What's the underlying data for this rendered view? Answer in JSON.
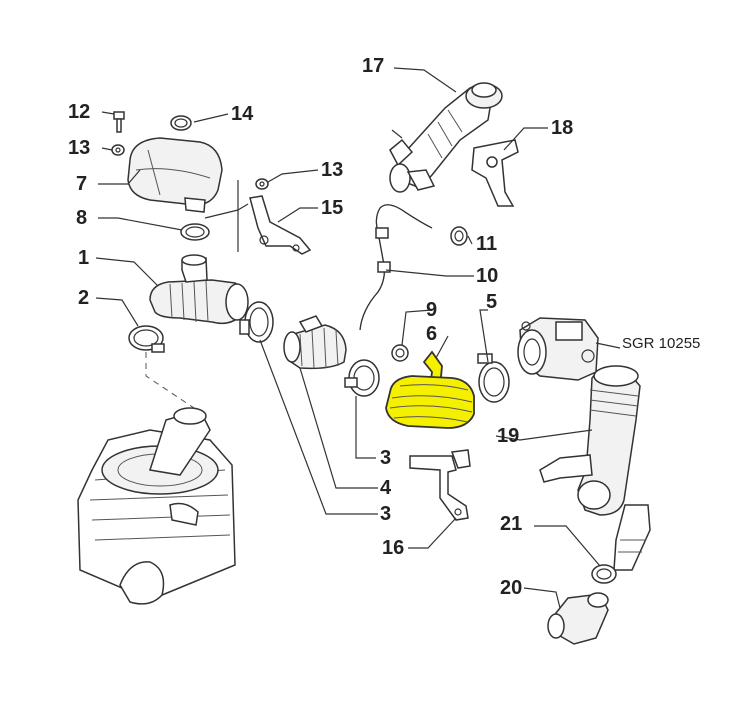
{
  "diagram": {
    "reference_code": "SGR 10255",
    "highlight_color": "#f5f000",
    "callouts": [
      {
        "id": "c17",
        "number": "17"
      },
      {
        "id": "c18",
        "number": "18"
      },
      {
        "id": "c12",
        "number": "12"
      },
      {
        "id": "c14",
        "number": "14"
      },
      {
        "id": "c13a",
        "number": "13"
      },
      {
        "id": "c7",
        "number": "7"
      },
      {
        "id": "c13b",
        "number": "13"
      },
      {
        "id": "c15",
        "number": "15"
      },
      {
        "id": "c8",
        "number": "8"
      },
      {
        "id": "c11",
        "number": "11"
      },
      {
        "id": "c1",
        "number": "1"
      },
      {
        "id": "c10",
        "number": "10"
      },
      {
        "id": "c2",
        "number": "2"
      },
      {
        "id": "c9",
        "number": "9"
      },
      {
        "id": "c5",
        "number": "5"
      },
      {
        "id": "c6",
        "number": "6"
      },
      {
        "id": "c19",
        "number": "19"
      },
      {
        "id": "c3a",
        "number": "3"
      },
      {
        "id": "c4",
        "number": "4"
      },
      {
        "id": "c3b",
        "number": "3"
      },
      {
        "id": "c21",
        "number": "21"
      },
      {
        "id": "c16",
        "number": "16"
      },
      {
        "id": "c20",
        "number": "20"
      }
    ]
  }
}
